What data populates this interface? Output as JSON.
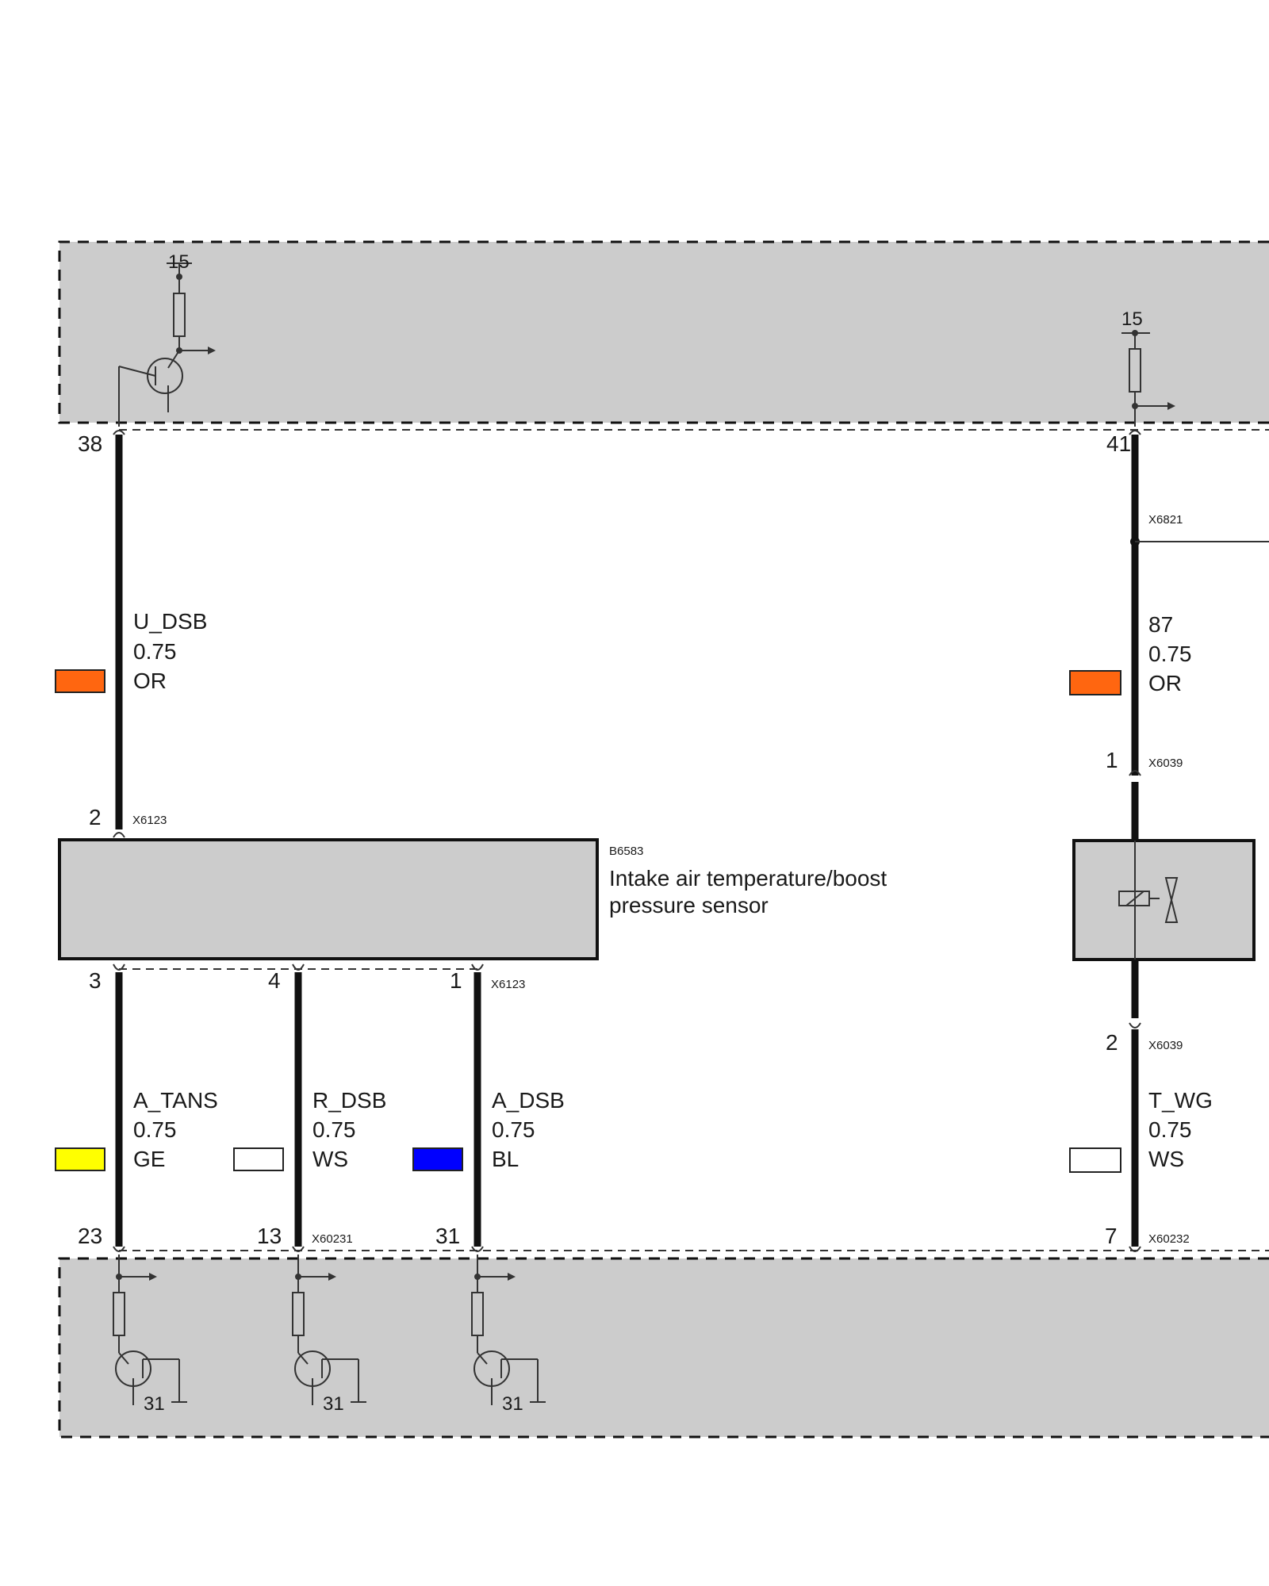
{
  "colors": {
    "module_fill": "#cccccc",
    "wire": "#111111",
    "OR": "#ff6610",
    "GE": "#ffff00",
    "WS": "#ffffff",
    "BL": "#0000ff"
  },
  "supply_labels": {
    "top_left": "15",
    "top_right": "15"
  },
  "ground_labels": [
    "31",
    "31",
    "31"
  ],
  "pins": {
    "top_left": "38",
    "top_right": "41",
    "sensor_top": "2",
    "sensor_bottom_1": "3",
    "sensor_bottom_2": "4",
    "sensor_bottom_3": "1",
    "valve_top": "1",
    "valve_bottom": "2",
    "ecu_bottom_1": "23",
    "ecu_bottom_2": "13",
    "ecu_bottom_3": "31",
    "ecu_bottom_4": "7"
  },
  "connectors": {
    "splice": "X6821",
    "sensor_top": "X6123",
    "sensor_bottom": "X6123",
    "valve_top": "X6039",
    "valve_bottom": "X6039",
    "ecu_left": "X60231",
    "ecu_right": "X60232"
  },
  "sensor": {
    "id": "B6583",
    "name_line1": "Intake air temperature/boost",
    "name_line2": "pressure sensor"
  },
  "wires": {
    "u_dsb": {
      "name": "U_DSB",
      "size": "0.75",
      "color": "OR"
    },
    "w87": {
      "name": "87",
      "size": "0.75",
      "color": "OR"
    },
    "a_tans": {
      "name": "A_TANS",
      "size": "0.75",
      "color": "GE"
    },
    "r_dsb": {
      "name": "R_DSB",
      "size": "0.75",
      "color": "WS"
    },
    "a_dsb": {
      "name": "A_DSB",
      "size": "0.75",
      "color": "BL"
    },
    "t_wg": {
      "name": "T_WG",
      "size": "0.75",
      "color": "WS"
    }
  }
}
